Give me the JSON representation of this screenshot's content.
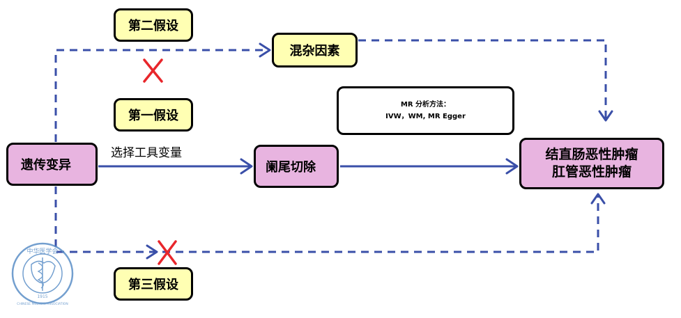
{
  "hypotheses": {
    "first": "第一假设",
    "second": "第二假设",
    "third": "第三假设"
  },
  "nodes": {
    "exposure_genetic": "遗传变异",
    "confounders": "混杂因素",
    "appendectomy": "阑尾切除",
    "outcome_line1": "结直肠恶性肿瘤",
    "outcome_line2": "肛管恶性肿瘤"
  },
  "labels": {
    "instrument_selection": "选择工具变量"
  },
  "method_box": {
    "title": "MR 分析方法：",
    "methods": "IVW，WM, MR Egger"
  },
  "logo": {
    "text_top": "中华医学会",
    "text_bottom": "CHINESE MEDICAL ASSOCIATION",
    "year": "1915"
  },
  "colors": {
    "arrow": "#3a4fa8",
    "cross": "#e8262b",
    "hypothesis_fill": "#ffffb3",
    "node_fill": "#e8b4e0",
    "logo": "#5b8fc7"
  }
}
